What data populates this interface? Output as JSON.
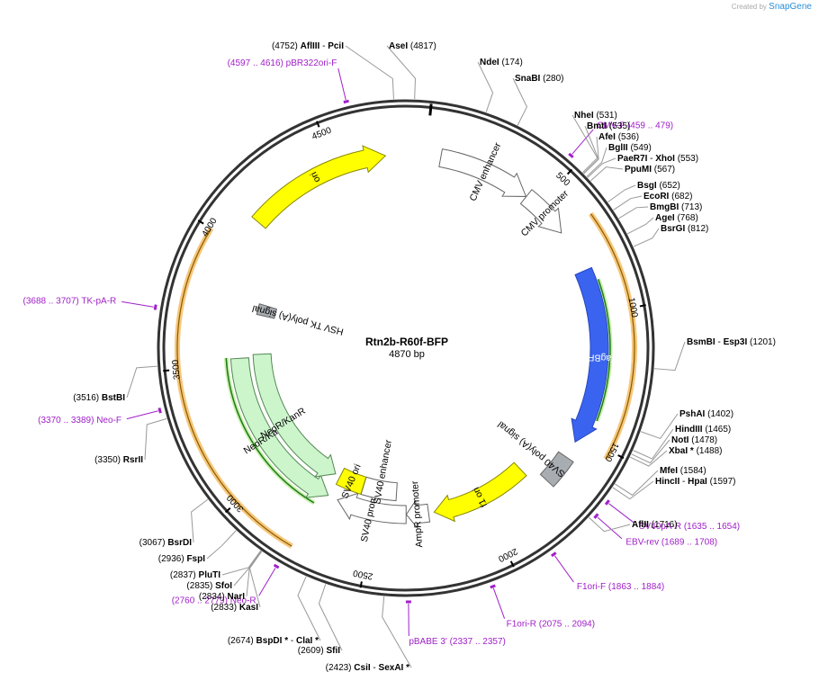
{
  "watermark": {
    "prefix": "Created by",
    "brand": "SnapGene"
  },
  "plasmid": {
    "name": "Rtn2b-R60f-BFP",
    "length": 4870,
    "length_label": "4870 bp"
  },
  "ticks": [
    {
      "pos": 500,
      "label": "500"
    },
    {
      "pos": 1000,
      "label": "1000"
    },
    {
      "pos": 1500,
      "label": "1500"
    },
    {
      "pos": 2000,
      "label": "2000"
    },
    {
      "pos": 2500,
      "label": "2500"
    },
    {
      "pos": 3000,
      "label": "3000"
    },
    {
      "pos": 3500,
      "label": "3500"
    },
    {
      "pos": 4000,
      "label": "4000"
    },
    {
      "pos": 4500,
      "label": "4500"
    }
  ],
  "features": [
    {
      "name": "CMV enhancer",
      "start": 60,
      "end": 439,
      "kind": "promoter",
      "color": "#ffffff",
      "stroke": "#666666",
      "ring": 1,
      "dir": 1
    },
    {
      "name": "CMV promoter",
      "start": 440,
      "end": 643,
      "kind": "promoter",
      "color": "#ffffff",
      "stroke": "#666666",
      "ring": 1,
      "dir": 1
    },
    {
      "name": "TagBFP",
      "start": 820,
      "end": 1530,
      "kind": "cds",
      "color": "#3a63f0",
      "stroke": "#2848c0",
      "ring": 1,
      "dir": 1,
      "label_color": "white"
    },
    {
      "name": "SV40 poly(A) signal",
      "start": 1600,
      "end": 1722,
      "kind": "polya",
      "color": "#a8adb2",
      "stroke": "#666666",
      "ring": 1,
      "dir": 0
    },
    {
      "name": "f1 ori",
      "start": 1768,
      "end": 2223,
      "kind": "rep",
      "color": "#ffff00",
      "stroke": "#888800",
      "ring": 2,
      "dir": 1
    },
    {
      "name": "AmpR promoter",
      "start": 2249,
      "end": 2353,
      "kind": "promoter",
      "color": "#ffffff",
      "stroke": "#666666",
      "ring": 2,
      "dir": 1
    },
    {
      "name": "SV40 promoter",
      "start": 2354,
      "end": 2683,
      "kind": "promoter",
      "color": "#ffffff",
      "stroke": "#666666",
      "ring": 2,
      "dir": 1
    },
    {
      "name": "SV40 enhancer",
      "start": 2405,
      "end": 2586,
      "kind": "enh",
      "color": "#ffffff",
      "stroke": "#666666",
      "ring": 3,
      "dir": 0
    },
    {
      "name": "SV40 ori",
      "start": 2587,
      "end": 2722,
      "kind": "rep",
      "color": "#ffff00",
      "stroke": "#888800",
      "ring": 3,
      "dir": 0
    },
    {
      "name": "NeoR/KanR",
      "start": 2731,
      "end": 3525,
      "kind": "cds",
      "color": "#ccf5cc",
      "stroke": "#558855",
      "ring": 2,
      "dir": -1
    },
    {
      "name": "NeoR/KanR",
      "start": 2750,
      "end": 3540,
      "kind": "cds",
      "color": "#ccf5cc",
      "stroke": "#558855",
      "ring": 3,
      "dir": -1
    },
    {
      "name": "HSV TK poly(A) signal",
      "start": 3745,
      "end": 3800,
      "kind": "polya",
      "color": "#a8adb2",
      "stroke": "#666666",
      "ring": 3,
      "dir": 0
    },
    {
      "name": "ori",
      "start": 4120,
      "end": 4708,
      "kind": "rep",
      "color": "#ffff00",
      "stroke": "#888800",
      "ring": 1,
      "dir": 1
    }
  ],
  "orange_arcs": [
    {
      "start": 650,
      "end": 1530
    },
    {
      "start": 2760,
      "end": 4000
    }
  ],
  "green_arcs": [
    {
      "start": 870,
      "end": 1420,
      "dir": -1
    },
    {
      "start": 2770,
      "end": 3530,
      "dir": 1
    }
  ],
  "primers": [
    {
      "name": "pBR322ori-F",
      "range": "(4597 .. 4616)",
      "pos": 4606
    },
    {
      "name": "CMV-F",
      "range": "(459 .. 479)",
      "pos": 469
    },
    {
      "name": "SV40pA-R",
      "range": "(1635 .. 1654)",
      "pos": 1644
    },
    {
      "name": "EBV-rev",
      "range": "(1689 .. 1708)",
      "pos": 1698
    },
    {
      "name": "F1ori-F",
      "range": "(1863 .. 1884)",
      "pos": 1873
    },
    {
      "name": "F1ori-R",
      "range": "(2075 .. 2094)",
      "pos": 2084
    },
    {
      "name": "pBABE 3'",
      "range": "(2337 .. 2357)",
      "pos": 2347
    },
    {
      "name": "Neo-R",
      "range": "(2760 .. 2779)",
      "pos": 2770
    },
    {
      "name": "Neo-F",
      "range": "(3370 .. 3389)",
      "pos": 3380
    },
    {
      "name": "TK-pA-R",
      "range": "(3688 .. 3707)",
      "pos": 3698
    }
  ],
  "sites": [
    {
      "name": "AflIII",
      "name2": "PciI",
      "pos": 4752,
      "num": "(4752)"
    },
    {
      "name": "AseI",
      "pos": 4817,
      "num": "(4817)"
    },
    {
      "name": "NdeI",
      "pos": 174,
      "num": "(174)"
    },
    {
      "name": "SnaBI",
      "pos": 280,
      "num": "(280)"
    },
    {
      "name": "NheI",
      "pos": 531,
      "num": "(531)"
    },
    {
      "name": "BmtI",
      "pos": 535,
      "num": "(535)"
    },
    {
      "name": "AfeI",
      "pos": 536,
      "num": "(536)"
    },
    {
      "name": "BglII",
      "pos": 549,
      "num": "(549)"
    },
    {
      "name": "PaeR7I",
      "name2": "XhoI",
      "pos": 553,
      "num": "(553)"
    },
    {
      "name": "PpuMI",
      "pos": 567,
      "num": "(567)"
    },
    {
      "name": "BsgI",
      "pos": 652,
      "num": "(652)"
    },
    {
      "name": "EcoRI",
      "pos": 682,
      "num": "(682)"
    },
    {
      "name": "BmgBI",
      "pos": 713,
      "num": "(713)"
    },
    {
      "name": "AgeI",
      "pos": 768,
      "num": "(768)"
    },
    {
      "name": "BsrGI",
      "pos": 812,
      "num": "(812)"
    },
    {
      "name": "BsmBI",
      "name2": "Esp3I",
      "pos": 1201,
      "num": "(1201)"
    },
    {
      "name": "PshAI",
      "pos": 1402,
      "num": "(1402)"
    },
    {
      "name": "HindIII",
      "pos": 1465,
      "num": "(1465)"
    },
    {
      "name": "NotI",
      "pos": 1478,
      "num": "(1478)"
    },
    {
      "name": "XbaI *",
      "pos": 1488,
      "num": "(1488)"
    },
    {
      "name": "MfeI",
      "pos": 1584,
      "num": "(1584)"
    },
    {
      "name": "HincII",
      "name2": "HpaI",
      "pos": 1597,
      "num": "(1597)"
    },
    {
      "name": "AflII",
      "pos": 1716,
      "num": "(1716)"
    },
    {
      "name": "CsiI",
      "name2": "SexAI *",
      "pos": 2423,
      "num": "(2423)"
    },
    {
      "name": "SfiI",
      "pos": 2609,
      "num": "(2609)"
    },
    {
      "name": "BspDI *",
      "name2": "ClaI *",
      "pos": 2674,
      "num": "(2674)"
    },
    {
      "name": "KasI",
      "pos": 2833,
      "num": "(2833)"
    },
    {
      "name": "NarI",
      "pos": 2834,
      "num": "(2834)"
    },
    {
      "name": "SfoI",
      "pos": 2835,
      "num": "(2835)"
    },
    {
      "name": "PluTI",
      "pos": 2837,
      "num": "(2837)"
    },
    {
      "name": "FspI",
      "pos": 2936,
      "num": "(2936)"
    },
    {
      "name": "BsrDI",
      "pos": 3067,
      "num": "(3067)"
    },
    {
      "name": "RsrII",
      "pos": 3350,
      "num": "(3350)"
    },
    {
      "name": "BstBI",
      "pos": 3516,
      "num": "(3516)"
    }
  ]
}
